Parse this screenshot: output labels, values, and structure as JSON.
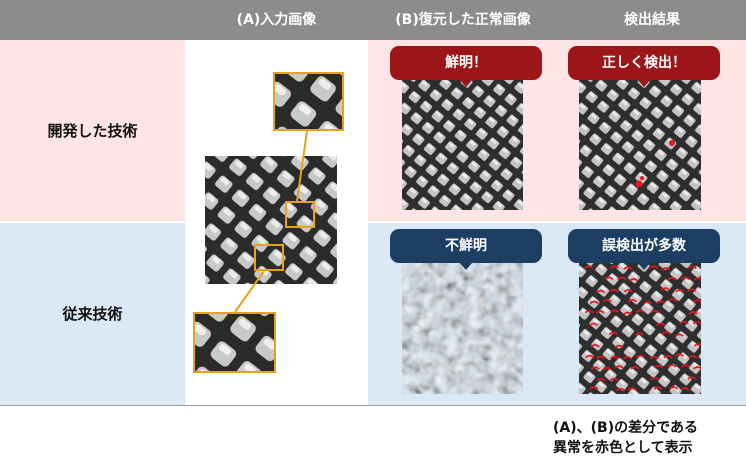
{
  "header": {
    "col_input": "(A)入力画像",
    "col_restored": "(B)復元した正常画像",
    "col_detect": "検出結果"
  },
  "rows": {
    "developed": "開発した技術",
    "conventional": "従来技術"
  },
  "badges": {
    "developed_restored": "鮮明！",
    "developed_detect": "正しく検出！",
    "conventional_restored": "不鮮明",
    "conventional_detect": "誤検出が多数"
  },
  "caption": {
    "line1": "(A)、(B)の差分である",
    "line2": "異常を赤色として表示"
  },
  "colors": {
    "header_bg": "#8c8c8c",
    "developed_bg": "#fde4e5",
    "conventional_bg": "#dbe8f5",
    "red_badge": "#9b1519",
    "blue_badge": "#1c3e63",
    "zoom_frame": "#e6a21a",
    "anomaly_red": "#e8141b"
  }
}
